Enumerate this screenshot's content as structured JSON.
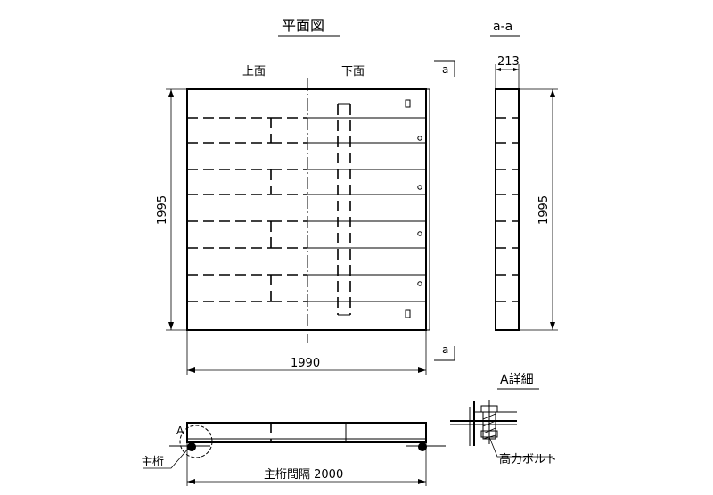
{
  "title": "平面図",
  "section_title": "a-a",
  "labels": {
    "top_face": "上面",
    "bottom_face": "下面",
    "section_mark_top": "a",
    "section_mark_bottom": "a",
    "detail_title": "A詳細",
    "detail_mark": "A",
    "main_girder": "主桁",
    "bolt": "高力ボルト"
  },
  "dimensions": {
    "plan_height": "1995",
    "plan_width": "1990",
    "section_width": "213",
    "section_height": "1995",
    "girder_spacing": "主桁間隔  2000"
  }
}
